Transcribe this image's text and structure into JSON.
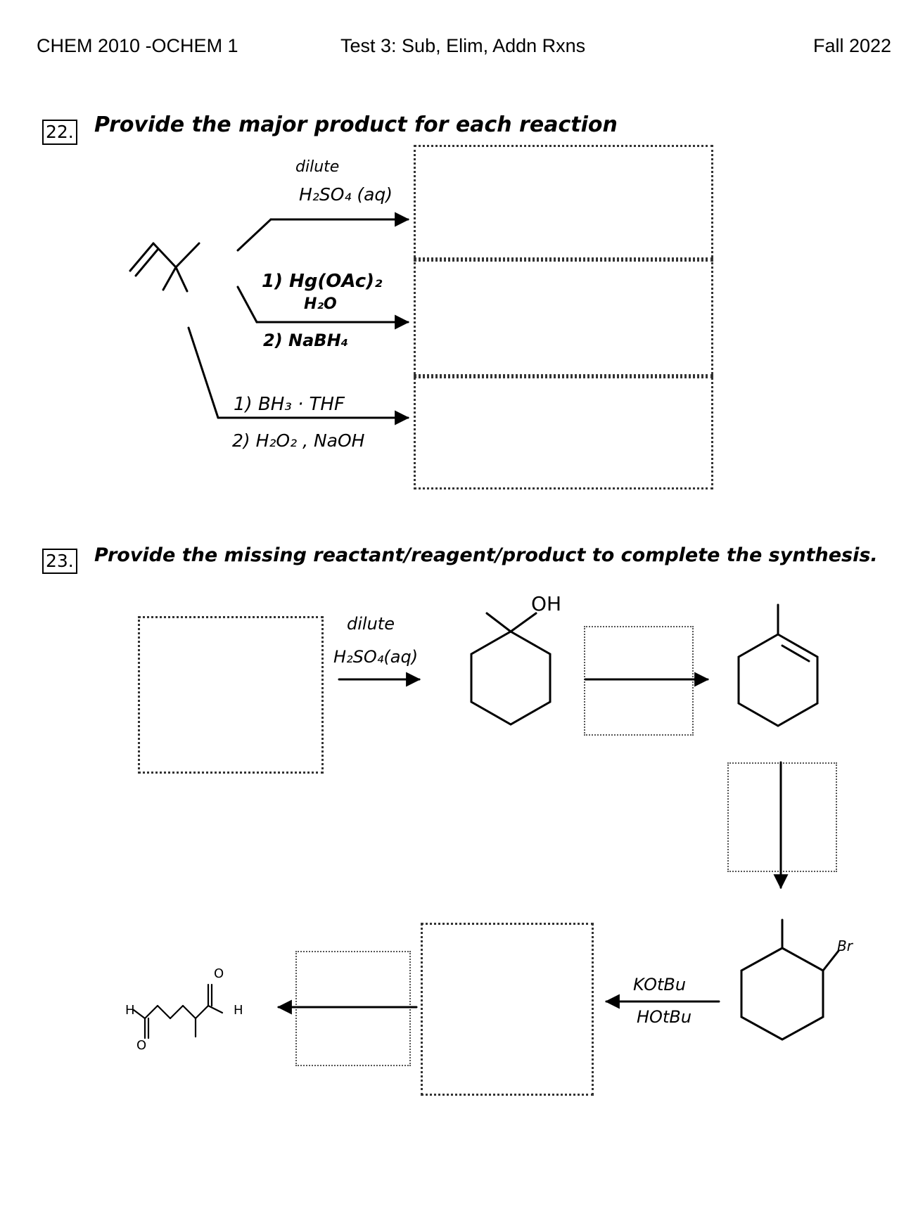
{
  "header": {
    "course": "CHEM 2010 -OCHEM 1",
    "test": "Test 3: Sub, Elim, Addn Rxns",
    "term": "Fall 2022"
  },
  "q22": {
    "number": "22.",
    "prompt": "Provide the major product for each reaction",
    "rxn1": {
      "line1": "dilute",
      "line2": "H₂SO₄ (aq)"
    },
    "rxn2": {
      "line1": "1) Hg(OAc)₂",
      "line2": "H₂O",
      "line3": "2) NaBH₄"
    },
    "rxn3": {
      "line1": "1) BH₃ · THF",
      "line2": "2) H₂O₂ , NaOH"
    }
  },
  "q23": {
    "number": "23.",
    "prompt": "Provide the missing reactant/reagent/product to complete the synthesis.",
    "step1": {
      "line1": "dilute",
      "line2": "H₂SO₄(aq)"
    },
    "oh_label": "OH",
    "br_label": "Br",
    "step_kotbu": {
      "line1": "KOtBu",
      "line2": "HOtBu"
    },
    "aldehyde_labels": {
      "h_left": "H",
      "h_right": "H",
      "o_top": "O",
      "o_bottom": "O"
    }
  }
}
